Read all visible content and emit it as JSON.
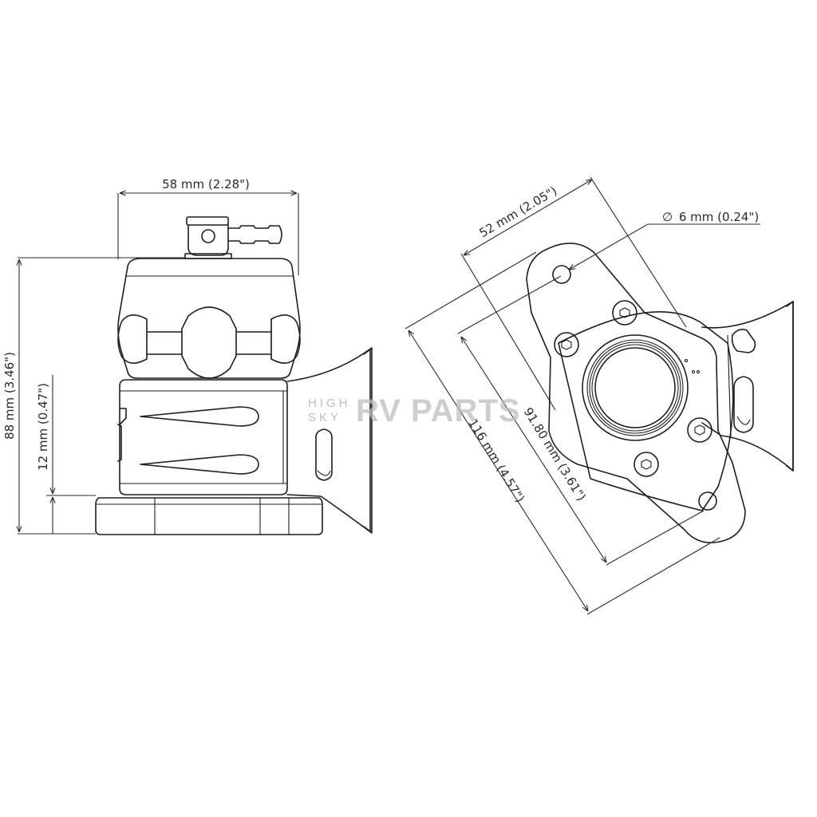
{
  "watermark": {
    "line1": "HIGH",
    "line2": "SKY",
    "brand": "RV PARTS"
  },
  "side_view": {
    "width_label": "58 mm (2.28\")",
    "height_label": "88 mm (3.46\")",
    "flange_label": "12 mm (0.47\")"
  },
  "bottom_view": {
    "diameter_label": "6 mm (0.24\")",
    "diameter_symbol": "∅",
    "spacing_label": "52 mm (2.05\")",
    "hole_pitch_label": "91.80 mm (3.61\")",
    "length_label": "116 mm (4.57\")"
  }
}
